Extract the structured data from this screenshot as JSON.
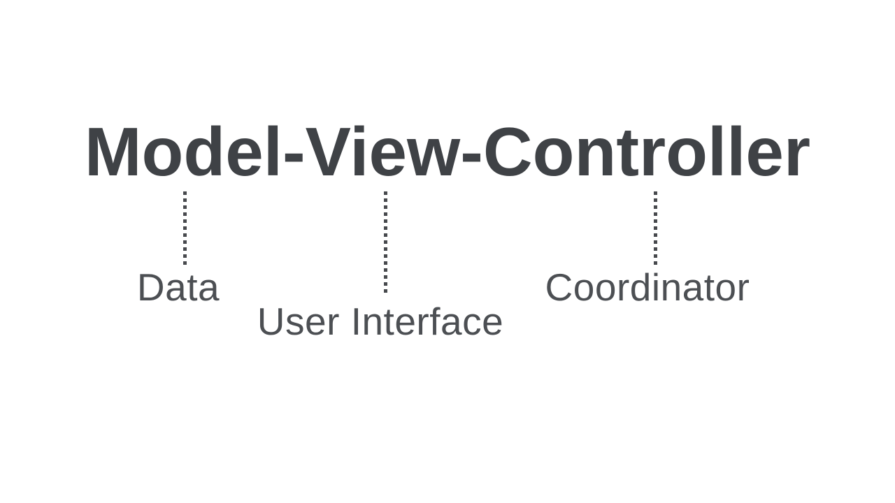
{
  "slide": {
    "title": "Model-View-Controller",
    "components": [
      {
        "word": "Model",
        "meaning": "Data"
      },
      {
        "word": "View",
        "meaning": "User Interface"
      },
      {
        "word": "Controller",
        "meaning": "Coordinator"
      }
    ]
  },
  "colors": {
    "background": "#ffffff",
    "title_ink": "#3f4246",
    "label_ink": "#4c4f53",
    "connector_ink": "#47494d"
  }
}
